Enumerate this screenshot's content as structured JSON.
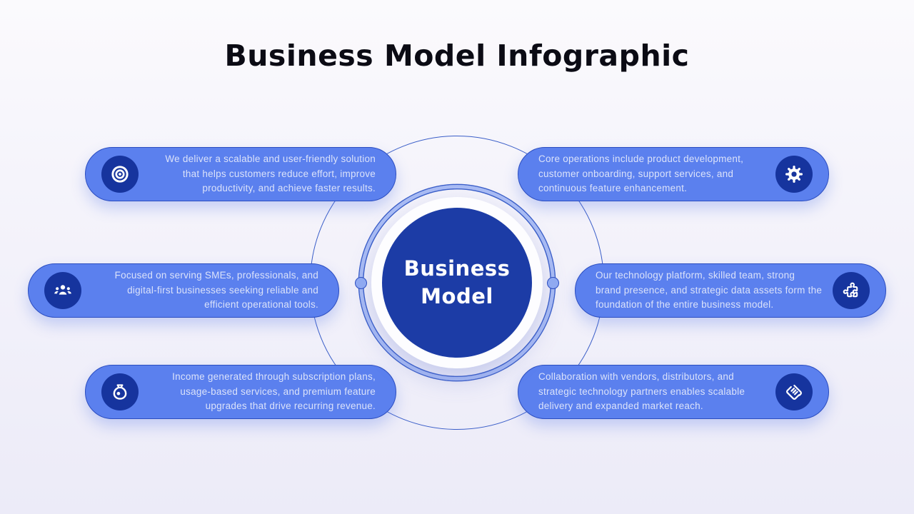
{
  "title": "Business Model Infographic",
  "center": {
    "title": "Business Model"
  },
  "palette": {
    "background_top": "#fbfafd",
    "background_bottom": "#ecebf8",
    "card_fill": "#5b80ee",
    "card_border": "#2b4dc0",
    "card_text": "#dbe2fa",
    "icon_badge": "#16349e",
    "center_circle": "#1c3ca6",
    "ring_band": "#a9bcf4",
    "ring_edge": "#3a5ec8",
    "title_color": "#0b0b14"
  },
  "cards": [
    {
      "position": "top-left",
      "icon": "target-icon",
      "text": "We deliver a scalable and user-friendly solution that helps customers reduce effort, improve productivity, and achieve faster results."
    },
    {
      "position": "middle-left",
      "icon": "users-icon",
      "text": "Focused on serving SMEs, professionals, and digital-first businesses seeking reliable and efficient operational tools."
    },
    {
      "position": "bottom-left",
      "icon": "money-bag-icon",
      "text": "Income generated through subscription plans, usage-based services, and premium feature upgrades that drive recurring revenue."
    },
    {
      "position": "top-right",
      "icon": "gear-icon",
      "text": "Core operations include product development, customer onboarding, support services, and continuous feature enhancement."
    },
    {
      "position": "middle-right",
      "icon": "puzzle-icon",
      "text": "Our technology platform, skilled team, strong brand presence, and strategic data assets form the foundation of the entire business model."
    },
    {
      "position": "bottom-right",
      "icon": "handshake-icon",
      "text": "Collaboration with vendors, distributors, and strategic technology partners enables scalable delivery and expanded market reach."
    }
  ]
}
